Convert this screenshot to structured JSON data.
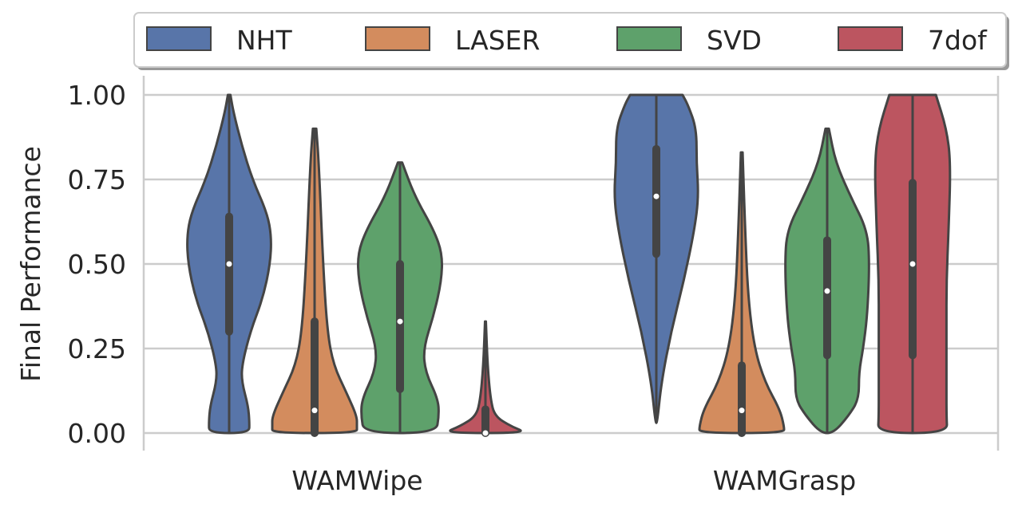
{
  "chart_data": {
    "type": "violin",
    "title": "",
    "xlabel": "",
    "ylabel": "Final Performance",
    "ylim": [
      0,
      1
    ],
    "yticks": [
      "0.00",
      "0.25",
      "0.50",
      "0.75",
      "1.00"
    ],
    "ytick_values": [
      0,
      0.25,
      0.5,
      0.75,
      1.0
    ],
    "grid": true,
    "legend_position": "top",
    "categories": [
      "WAMWipe",
      "WAMGrasp"
    ],
    "series": [
      {
        "name": "NHT",
        "color": "#5875a9",
        "violins": [
          {
            "min": 0,
            "max": 1.0,
            "q1": 0.3,
            "median": 0.5,
            "q3": 0.64,
            "density": [
              [
                1.0,
                0.03
              ],
              [
                0.95,
                0.1
              ],
              [
                0.85,
                0.3
              ],
              [
                0.75,
                0.55
              ],
              [
                0.65,
                0.9
              ],
              [
                0.58,
                1.0
              ],
              [
                0.5,
                0.97
              ],
              [
                0.4,
                0.8
              ],
              [
                0.3,
                0.5
              ],
              [
                0.2,
                0.3
              ],
              [
                0.15,
                0.3
              ],
              [
                0.08,
                0.45
              ],
              [
                0.03,
                0.48
              ],
              [
                0,
                0.47
              ]
            ]
          },
          {
            "min": 0.03,
            "max": 1.0,
            "q1": 0.53,
            "median": 0.7,
            "q3": 0.84,
            "density": [
              [
                1.0,
                0.62
              ],
              [
                0.97,
                0.75
              ],
              [
                0.9,
                0.95
              ],
              [
                0.8,
                0.95
              ],
              [
                0.7,
                1.0
              ],
              [
                0.6,
                0.9
              ],
              [
                0.45,
                0.65
              ],
              [
                0.3,
                0.35
              ],
              [
                0.15,
                0.12
              ],
              [
                0.03,
                0.02
              ]
            ]
          }
        ]
      },
      {
        "name": "LASER",
        "color": "#d38c5e",
        "violins": [
          {
            "min": 0,
            "max": 0.9,
            "q1": 0,
            "median": 0.067,
            "q3": 0.33,
            "density": [
              [
                0.9,
                0.04
              ],
              [
                0.8,
                0.1
              ],
              [
                0.5,
                0.2
              ],
              [
                0.3,
                0.3
              ],
              [
                0.2,
                0.45
              ],
              [
                0.12,
                0.75
              ],
              [
                0.05,
                1.0
              ],
              [
                0.02,
                1.0
              ],
              [
                0,
                1.0
              ]
            ]
          },
          {
            "min": 0,
            "max": 0.83,
            "q1": 0,
            "median": 0.067,
            "q3": 0.2,
            "density": [
              [
                0.83,
                0.02
              ],
              [
                0.6,
                0.08
              ],
              [
                0.4,
                0.15
              ],
              [
                0.25,
                0.3
              ],
              [
                0.15,
                0.55
              ],
              [
                0.07,
                0.9
              ],
              [
                0.02,
                1.0
              ],
              [
                0,
                1.0
              ]
            ]
          }
        ]
      },
      {
        "name": "SVD",
        "color": "#5ea16b",
        "violins": [
          {
            "min": 0,
            "max": 0.8,
            "q1": 0.13,
            "median": 0.33,
            "q3": 0.5,
            "density": [
              [
                0.8,
                0.05
              ],
              [
                0.7,
                0.35
              ],
              [
                0.6,
                0.8
              ],
              [
                0.53,
                1.0
              ],
              [
                0.45,
                0.98
              ],
              [
                0.35,
                0.8
              ],
              [
                0.25,
                0.55
              ],
              [
                0.18,
                0.6
              ],
              [
                0.1,
                0.9
              ],
              [
                0.05,
                0.92
              ],
              [
                0,
                0.85
              ]
            ]
          },
          {
            "min": 0,
            "max": 0.9,
            "q1": 0.23,
            "median": 0.42,
            "q3": 0.57,
            "density": [
              [
                0.9,
                0.04
              ],
              [
                0.8,
                0.2
              ],
              [
                0.7,
                0.55
              ],
              [
                0.6,
                0.95
              ],
              [
                0.5,
                1.0
              ],
              [
                0.35,
                0.95
              ],
              [
                0.25,
                0.85
              ],
              [
                0.18,
                0.75
              ],
              [
                0.1,
                0.75
              ],
              [
                0.05,
                0.5
              ],
              [
                0,
                0.15
              ]
            ]
          }
        ]
      },
      {
        "name": "7dof",
        "color": "#bc5560",
        "violins": [
          {
            "min": 0,
            "max": 0.33,
            "q1": 0,
            "median": 0,
            "q3": 0.07,
            "density": [
              [
                0.33,
                0.01
              ],
              [
                0.2,
                0.05
              ],
              [
                0.1,
                0.12
              ],
              [
                0.05,
                0.22
              ],
              [
                0.02,
                0.6
              ],
              [
                0,
                1.0
              ]
            ]
          },
          {
            "min": 0,
            "max": 1.0,
            "q1": 0.23,
            "median": 0.5,
            "q3": 0.74,
            "density": [
              [
                1.0,
                0.55
              ],
              [
                0.9,
                0.8
              ],
              [
                0.8,
                0.9
              ],
              [
                0.6,
                0.85
              ],
              [
                0.45,
                0.8
              ],
              [
                0.3,
                0.8
              ],
              [
                0.15,
                0.8
              ],
              [
                0.05,
                0.8
              ],
              [
                0,
                0.82
              ]
            ]
          }
        ]
      }
    ]
  }
}
